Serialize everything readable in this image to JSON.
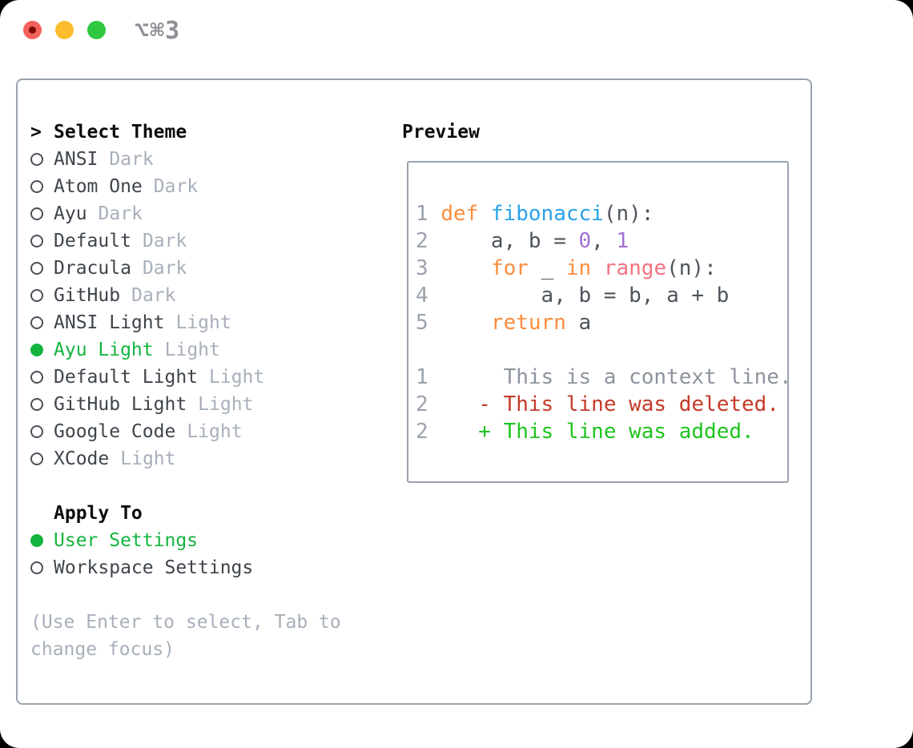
{
  "titlebar": {
    "shortcut": "⌥⌘3"
  },
  "left": {
    "header": {
      "prompt": ">",
      "title": "Select Theme"
    },
    "themes": [
      {
        "name": "ANSI",
        "tag": "Dark",
        "selected": false
      },
      {
        "name": "Atom One",
        "tag": "Dark",
        "selected": false
      },
      {
        "name": "Ayu",
        "tag": "Dark",
        "selected": false
      },
      {
        "name": "Default",
        "tag": "Dark",
        "selected": false
      },
      {
        "name": "Dracula",
        "tag": "Dark",
        "selected": false
      },
      {
        "name": "GitHub",
        "tag": "Dark",
        "selected": false
      },
      {
        "name": "ANSI Light",
        "tag": "Light",
        "selected": false
      },
      {
        "name": "Ayu Light",
        "tag": "Light",
        "selected": true
      },
      {
        "name": "Default Light",
        "tag": "Light",
        "selected": false
      },
      {
        "name": "GitHub Light",
        "tag": "Light",
        "selected": false
      },
      {
        "name": "Google Code",
        "tag": "Light",
        "selected": false
      },
      {
        "name": "XCode",
        "tag": "Light",
        "selected": false
      }
    ],
    "apply": {
      "title": "Apply To",
      "options": [
        {
          "label": "User Settings",
          "selected": true
        },
        {
          "label": "Workspace Settings",
          "selected": false
        }
      ]
    },
    "hint": {
      "line1": "(Use Enter to select, Tab to",
      "line2": "change focus)"
    }
  },
  "preview": {
    "title": "Preview",
    "lines": [
      {
        "num": "1",
        "segs": [
          {
            "t": " "
          },
          {
            "t": "def"
          },
          {
            "t": " "
          },
          {
            "t": "fibonacci"
          },
          {
            "t": "(n):"
          }
        ]
      },
      {
        "num": "2",
        "segs": [
          {
            "t": "     a, b = "
          },
          {
            "t": "0"
          },
          {
            "t": ", "
          },
          {
            "t": "1"
          }
        ]
      },
      {
        "num": "3",
        "segs": [
          {
            "t": "     "
          },
          {
            "t": "for"
          },
          {
            "t": " _ "
          },
          {
            "t": "in"
          },
          {
            "t": " "
          },
          {
            "t": "range"
          },
          {
            "t": "(n):"
          }
        ]
      },
      {
        "num": "4",
        "segs": [
          {
            "t": "         a, b = b, a + b"
          }
        ]
      },
      {
        "num": "5",
        "segs": [
          {
            "t": "     "
          },
          {
            "t": "return"
          },
          {
            "t": " a"
          }
        ]
      },
      {
        "num": "",
        "segs": []
      },
      {
        "num": "1",
        "segs": [
          {
            "t": "      This is a context line."
          }
        ]
      },
      {
        "num": "2",
        "segs": [
          {
            "t": "    "
          },
          {
            "t": "- This line was deleted."
          }
        ]
      },
      {
        "num": "2",
        "segs": [
          {
            "t": "    "
          },
          {
            "t": "+ This line was added."
          }
        ]
      }
    ]
  },
  "colors": {
    "accent_green": "#13b43e",
    "added_green": "#1ec41e",
    "deleted_red": "#c43b28",
    "context_gray": "#8d949e",
    "keyword_orange": "#fa8d3e",
    "function_blue": "#2aa2e8",
    "number_purple": "#a06fd4",
    "builtin_coral": "#f2747f",
    "code_foreground": "#4d545c",
    "gutter_gray": "#9aa2ac",
    "muted_gray": "#a7afba",
    "border_gray": "#9aa3ae",
    "traffic_red": "#f4615b",
    "traffic_yellow": "#fbbd2e",
    "traffic_green": "#30c840"
  }
}
